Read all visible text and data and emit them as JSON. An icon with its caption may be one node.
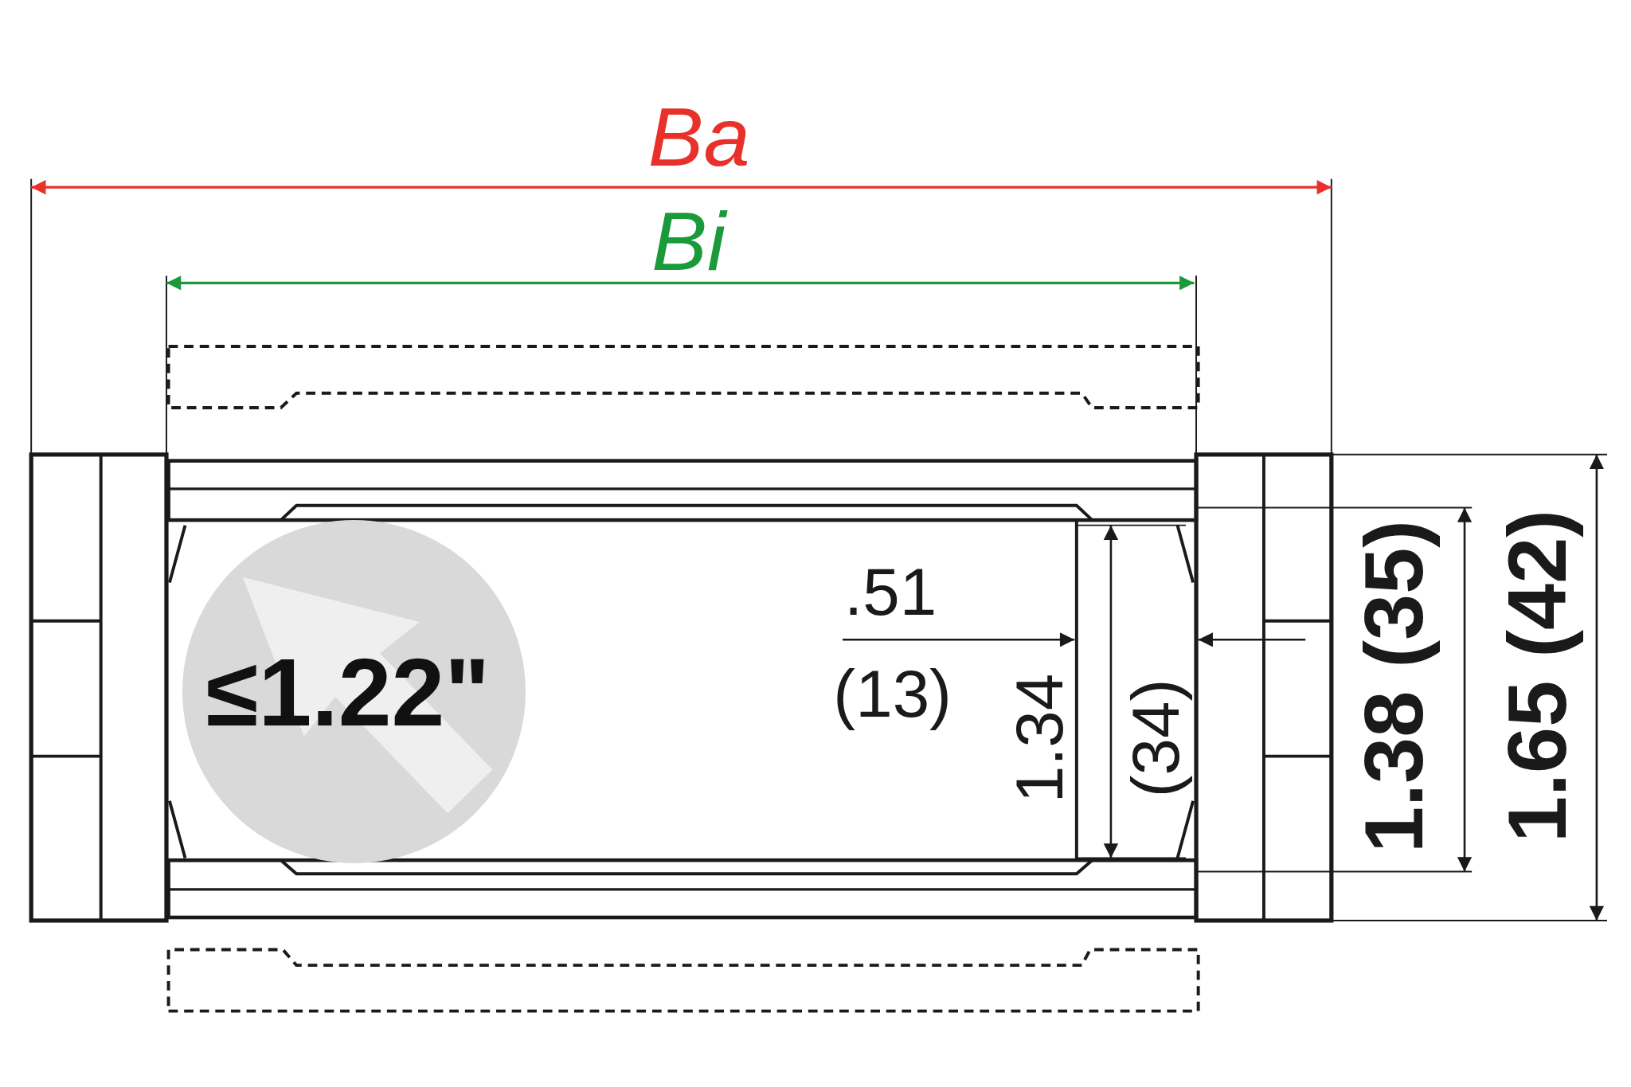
{
  "diagram": {
    "nodes": [
      {
        "text": [
          "≤1.22\""
        ]
      }
    ],
    "labels": [
      "Ba",
      "Bi",
      ".51",
      "(13)",
      "1.34",
      "(34)",
      "1.38 (35)",
      "1.65 (42)"
    ]
  }
}
